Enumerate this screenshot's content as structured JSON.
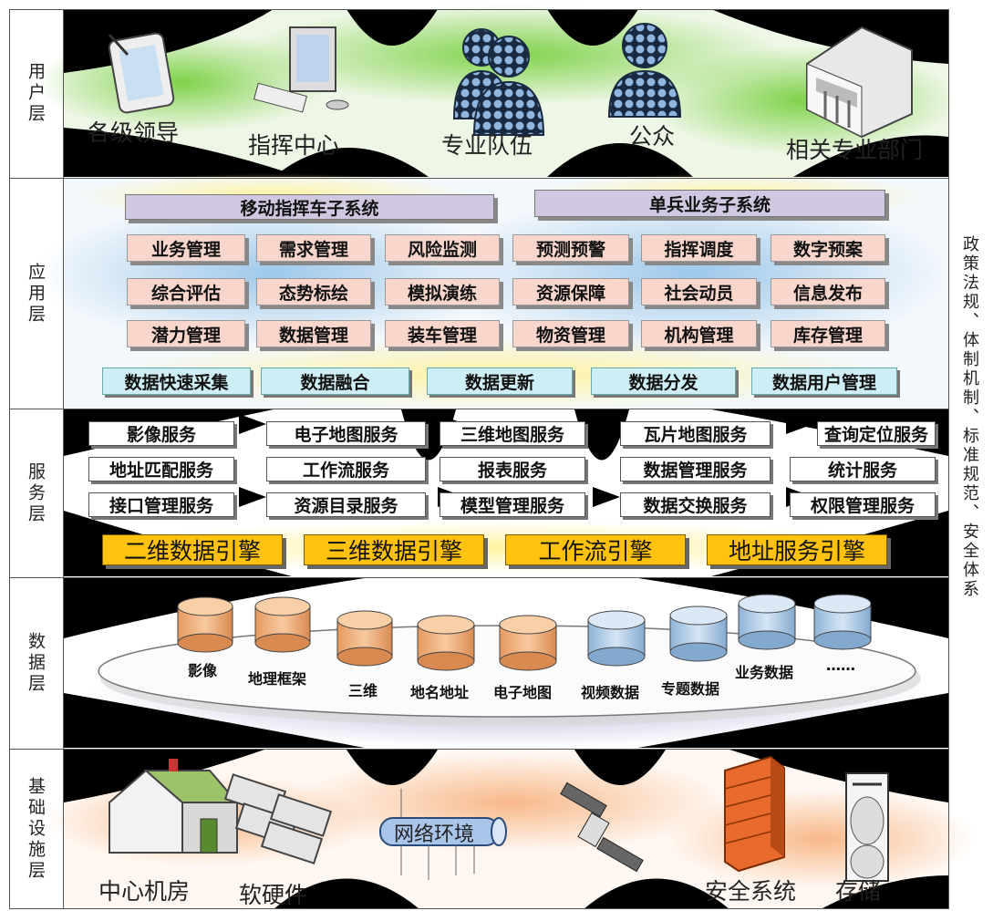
{
  "layers": {
    "user": "用户层",
    "app": "应用层",
    "service": "服务层",
    "data": "数据层",
    "infra": "基础设施层"
  },
  "side_text": "政策法规、体制机制、标准规范、安全体系",
  "user_layer": {
    "items": [
      "各级领导",
      "指挥中心",
      "专业队伍",
      "公众",
      "相关专业部门"
    ]
  },
  "app_layer": {
    "subsystems": [
      "移动指挥车子系统",
      "单兵业务子系统"
    ],
    "row1": [
      "业务管理",
      "需求管理",
      "风险监测",
      "预测预警",
      "指挥调度",
      "数字预案"
    ],
    "row2": [
      "综合评估",
      "态势标绘",
      "模拟演练",
      "资源保障",
      "社会动员",
      "信息发布"
    ],
    "row3": [
      "潜力管理",
      "数据管理",
      "装车管理",
      "物资管理",
      "机构管理",
      "库存管理"
    ],
    "tools": [
      "数据快速采集",
      "数据融合",
      "数据更新",
      "数据分发",
      "数据用户管理"
    ]
  },
  "service_layer": {
    "row1": [
      "影像服务",
      "电子地图服务",
      "三维地图服务",
      "瓦片地图服务",
      "查询定位服务"
    ],
    "row2": [
      "地址匹配服务",
      "工作流服务",
      "报表服务",
      "数据管理服务",
      "统计服务"
    ],
    "row3": [
      "接口管理服务",
      "资源目录服务",
      "模型管理服务",
      "数据交换服务",
      "权限管理服务"
    ],
    "engines": [
      "二维数据引擎",
      "三维数据引擎",
      "工作流引擎",
      "地址服务引擎"
    ]
  },
  "data_layer": {
    "items": [
      "影像",
      "地理框架",
      "三维",
      "地名地址",
      "电子地图",
      "视频数据",
      "专题数据",
      "业务数据",
      "……"
    ]
  },
  "infra_layer": {
    "items": [
      "中心机房",
      "软硬件",
      "网络环境",
      "安全系统",
      "存储"
    ]
  },
  "colors": {
    "subsystem_bg": "#cfc8e0",
    "app_bg": "#f8d6cc",
    "tool_bg": "#cdeef4",
    "engine_bg": "#ffc20e",
    "db_orange": "#f2b98a",
    "db_blue": "#b9d3ea"
  },
  "icons": {
    "user": [
      "tablet-icon",
      "computer-icon",
      "group-icon",
      "person-icon",
      "building-icon"
    ],
    "infra": [
      "house-icon",
      "server-icon",
      "network-pipe-icon",
      "satellite-icon",
      "firewall-icon",
      "storage-icon"
    ]
  }
}
